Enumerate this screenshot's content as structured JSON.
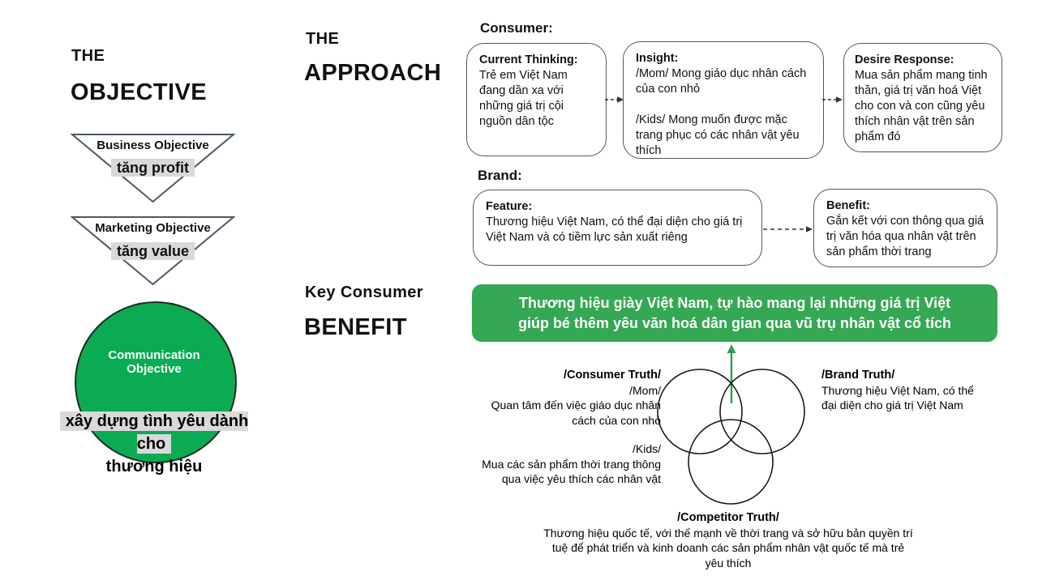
{
  "colors": {
    "circle_green": "#0aab53",
    "banner_green": "#34a853",
    "arrow_green": "#2fa152",
    "highlight_gray": "#d9d9d9",
    "outline_slate": "#4a5866"
  },
  "objective": {
    "label_small": "THE",
    "label_big": "OBJECTIVE",
    "funnel": [
      {
        "title": "Business Objective",
        "highlight": "tăng profit"
      },
      {
        "title": "Marketing Objective",
        "highlight": "tăng value"
      }
    ],
    "communication": {
      "circle_line1": "Communication",
      "circle_line2": "Objective",
      "highlight_line1": "xây dựng tình yêu dành cho",
      "highlight_line2": "thương hiệu"
    }
  },
  "approach": {
    "label_small": "THE",
    "label_big": "APPROACH",
    "consumer_label": "Consumer:",
    "brand_label": "Brand:",
    "consumer_boxes": [
      {
        "title": "Current Thinking:",
        "body": "Trẻ em Việt Nam đang dần xa với những giá trị cội nguồn dân tộc"
      },
      {
        "title": "Insight:",
        "para1": "/Mom/ Mong giáo dục nhân cách của con nhỏ",
        "para2": "/Kids/ Mong muốn được mặc trang phục có các nhân vật yêu thích"
      },
      {
        "title": "Desire Response:",
        "body": "Mua sản phẩm mang tinh thần, giá trị văn hoá Việt cho con và con cũng yêu thích nhân vật trên sản phẩm đó"
      }
    ],
    "brand_boxes": [
      {
        "title": "Feature:",
        "body": "Thương hiệu Việt Nam, có thể đại diện cho giá trị Việt Nam và có tiềm lực sản xuất riêng"
      },
      {
        "title": "Benefit:",
        "body": "Gắn kết với con thông qua giá trị văn hóa qua nhân vật trên sản phẩm thời trang"
      }
    ]
  },
  "benefit": {
    "label_small": "Key Consumer",
    "label_big": "BENEFIT",
    "banner_line1": "Thương hiệu giày Việt Nam, tự hào mang lại những giá trị Việt",
    "banner_line2": "giúp bé thêm yêu văn hoá dân gian qua vũ trụ nhân vật cổ tích"
  },
  "venn": {
    "consumer_truth": {
      "title": "/Consumer Truth/",
      "mom_label": "/Mom/",
      "mom_text": "Quan tâm đến việc giáo dục nhân cách của con nhỏ",
      "kids_label": "/Kids/",
      "kids_text": "Mua các sản phẩm thời trang thông qua việc yêu thích các nhân vật"
    },
    "brand_truth": {
      "title": "/Brand Truth/",
      "text": "Thương hiệu Việt Nam, có thể đại diện cho giá trị Việt Nam"
    },
    "competitor_truth": {
      "title": "/Competitor Truth/",
      "text": "Thương hiệu quốc tế, với thế mạnh về thời trang và sở hữu bản quyền trí tuệ để phát triển và kinh doanh các sản phẩm nhân vật quốc tế mà trẻ yêu thích"
    }
  }
}
